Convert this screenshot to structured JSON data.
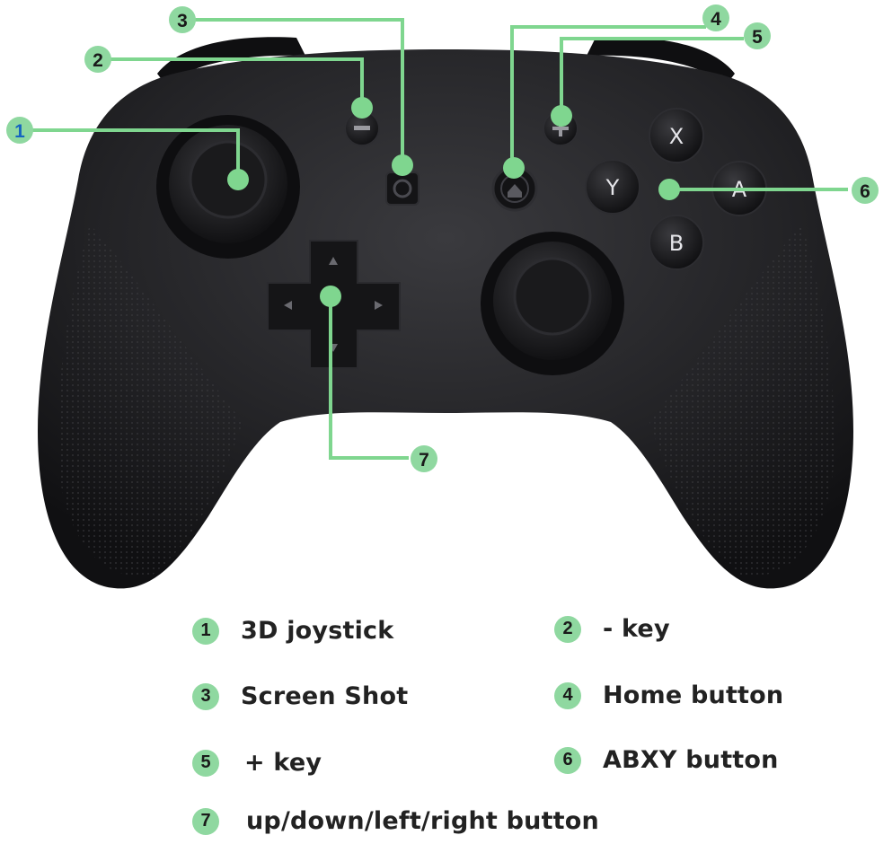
{
  "colors": {
    "accent": "#8fd8a0",
    "callout_line": "#7fd68f",
    "controller_body": "#1c1c1e",
    "badge_text_1": "#1565c0"
  },
  "button_letters": {
    "x": "X",
    "y": "Y",
    "a": "A",
    "b": "B"
  },
  "callouts": [
    "1",
    "2",
    "3",
    "4",
    "5",
    "6",
    "7"
  ],
  "legend": [
    {
      "num": "1",
      "label": "3D joystick"
    },
    {
      "num": "2",
      "label": "- key"
    },
    {
      "num": "3",
      "label": "Screen Shot"
    },
    {
      "num": "4",
      "label": "Home button"
    },
    {
      "num": "5",
      "label": "+ key"
    },
    {
      "num": "6",
      "label": "ABXY button"
    },
    {
      "num": "7",
      "label": "up/down/left/right button"
    }
  ]
}
